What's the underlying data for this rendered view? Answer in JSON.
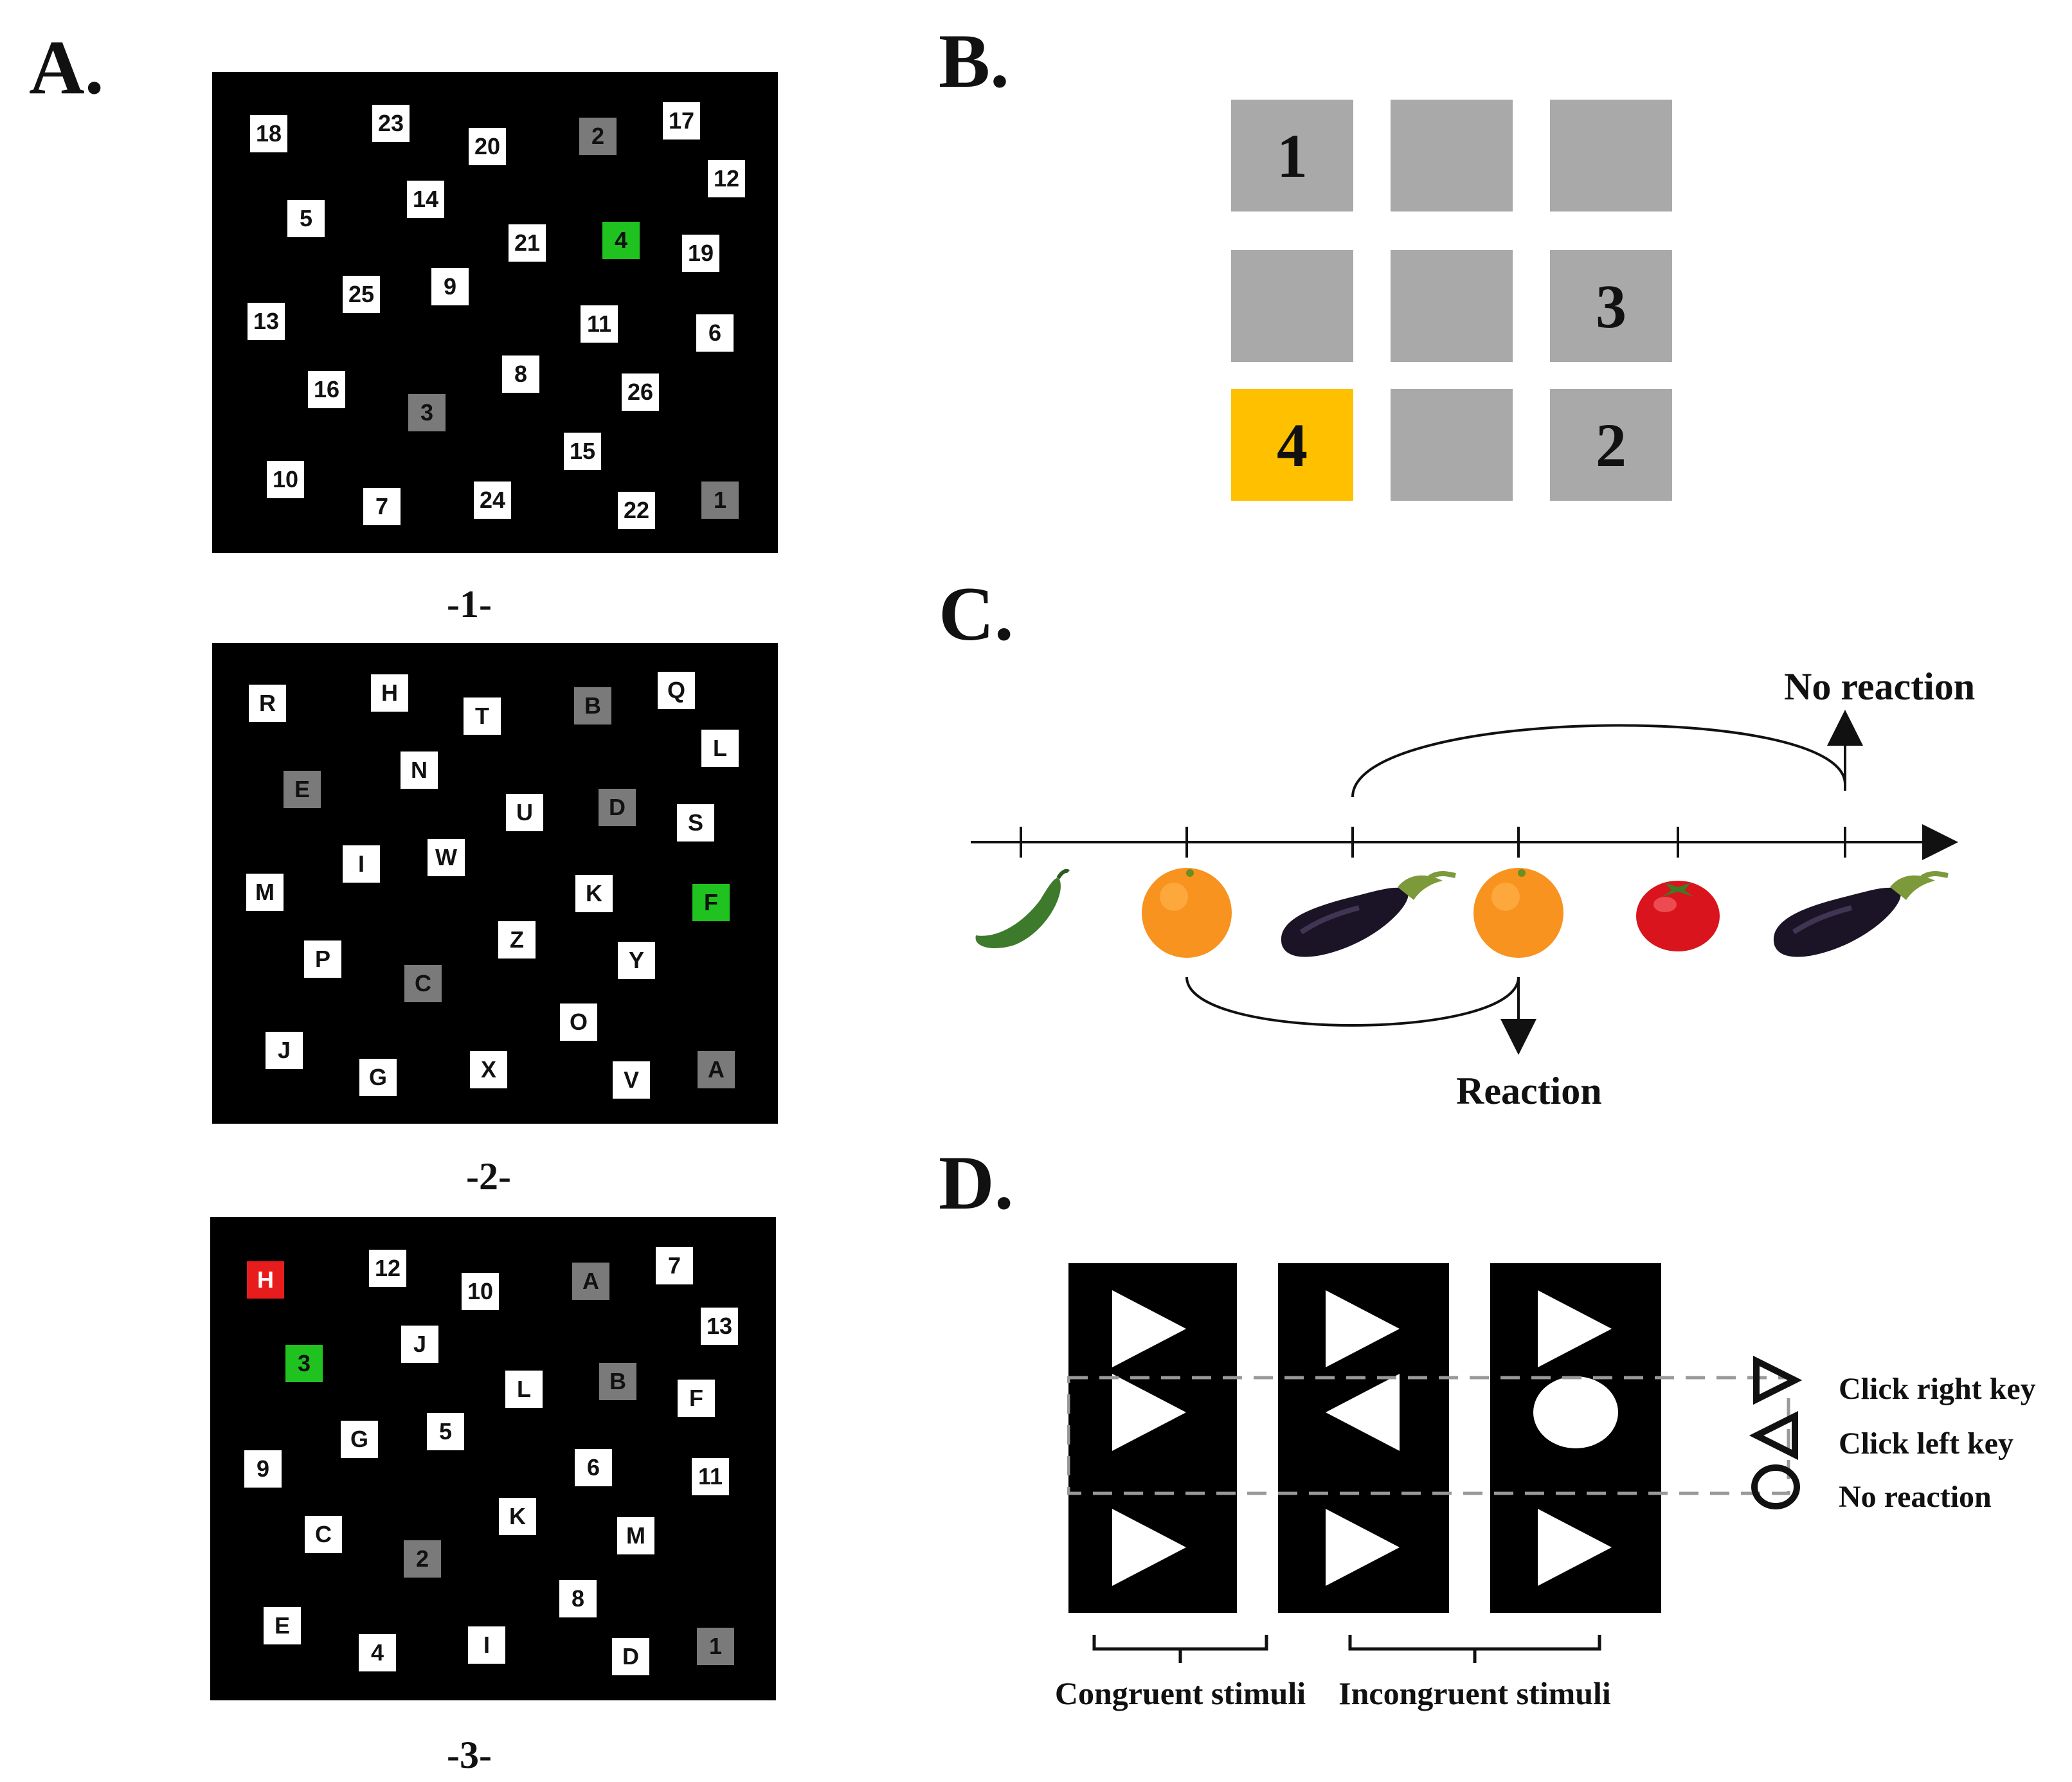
{
  "panel_labels": {
    "a": "A.",
    "b": "B.",
    "c": "C.",
    "d": "D."
  },
  "panel_a": {
    "grids": [
      {
        "caption": "-1-",
        "tiles": [
          {
            "text": "18",
            "style": "white"
          },
          {
            "text": "23",
            "style": "white"
          },
          {
            "text": "20",
            "style": "white"
          },
          {
            "text": "2",
            "style": "gray"
          },
          {
            "text": "17",
            "style": "white"
          },
          {
            "text": "12",
            "style": "white"
          },
          {
            "text": "5",
            "style": "white"
          },
          {
            "text": "14",
            "style": "white"
          },
          {
            "text": "21",
            "style": "white"
          },
          {
            "text": "4",
            "style": "green"
          },
          {
            "text": "19",
            "style": "white"
          },
          {
            "text": "25",
            "style": "white"
          },
          {
            "text": "9",
            "style": "white"
          },
          {
            "text": "13",
            "style": "white"
          },
          {
            "text": "11",
            "style": "white"
          },
          {
            "text": "6",
            "style": "white"
          },
          {
            "text": "8",
            "style": "white"
          },
          {
            "text": "16",
            "style": "white"
          },
          {
            "text": "26",
            "style": "white"
          },
          {
            "text": "3",
            "style": "gray"
          },
          {
            "text": "15",
            "style": "white"
          },
          {
            "text": "10",
            "style": "white"
          },
          {
            "text": "7",
            "style": "white"
          },
          {
            "text": "24",
            "style": "white"
          },
          {
            "text": "22",
            "style": "white"
          },
          {
            "text": "1",
            "style": "gray"
          }
        ]
      },
      {
        "caption": "-2-",
        "tiles": [
          {
            "text": "R",
            "style": "white"
          },
          {
            "text": "H",
            "style": "white"
          },
          {
            "text": "T",
            "style": "white"
          },
          {
            "text": "B",
            "style": "gray"
          },
          {
            "text": "Q",
            "style": "white"
          },
          {
            "text": "L",
            "style": "white"
          },
          {
            "text": "E",
            "style": "gray"
          },
          {
            "text": "N",
            "style": "white"
          },
          {
            "text": "U",
            "style": "white"
          },
          {
            "text": "D",
            "style": "gray"
          },
          {
            "text": "S",
            "style": "white"
          },
          {
            "text": "I",
            "style": "white"
          },
          {
            "text": "W",
            "style": "white"
          },
          {
            "text": "M",
            "style": "white"
          },
          {
            "text": "K",
            "style": "white"
          },
          {
            "text": "F",
            "style": "green"
          },
          {
            "text": "Z",
            "style": "white"
          },
          {
            "text": "P",
            "style": "white"
          },
          {
            "text": "Y",
            "style": "white"
          },
          {
            "text": "C",
            "style": "gray"
          },
          {
            "text": "O",
            "style": "white"
          },
          {
            "text": "J",
            "style": "white"
          },
          {
            "text": "G",
            "style": "white"
          },
          {
            "text": "X",
            "style": "white"
          },
          {
            "text": "V",
            "style": "white"
          },
          {
            "text": "A",
            "style": "gray"
          }
        ]
      },
      {
        "caption": "-3-",
        "tiles": [
          {
            "text": "H",
            "style": "red"
          },
          {
            "text": "12",
            "style": "white"
          },
          {
            "text": "10",
            "style": "white"
          },
          {
            "text": "A",
            "style": "gray"
          },
          {
            "text": "7",
            "style": "white"
          },
          {
            "text": "13",
            "style": "white"
          },
          {
            "text": "3",
            "style": "green"
          },
          {
            "text": "J",
            "style": "white"
          },
          {
            "text": "L",
            "style": "white"
          },
          {
            "text": "B",
            "style": "gray"
          },
          {
            "text": "F",
            "style": "white"
          },
          {
            "text": "G",
            "style": "white"
          },
          {
            "text": "5",
            "style": "white"
          },
          {
            "text": "9",
            "style": "white"
          },
          {
            "text": "6",
            "style": "white"
          },
          {
            "text": "11",
            "style": "white"
          },
          {
            "text": "K",
            "style": "white"
          },
          {
            "text": "C",
            "style": "white"
          },
          {
            "text": "M",
            "style": "white"
          },
          {
            "text": "2",
            "style": "gray"
          },
          {
            "text": "8",
            "style": "white"
          },
          {
            "text": "E",
            "style": "white"
          },
          {
            "text": "4",
            "style": "white"
          },
          {
            "text": "I",
            "style": "white"
          },
          {
            "text": "D",
            "style": "white"
          },
          {
            "text": "1",
            "style": "gray"
          }
        ]
      }
    ]
  },
  "panel_b": {
    "cells": [
      "1",
      "",
      "",
      "",
      "",
      "3",
      "4",
      "",
      "2"
    ],
    "highlight_index": 6,
    "highlight_color": "#ffc000",
    "cell_color": "#a9a9a9"
  },
  "panel_c": {
    "sequence": [
      {
        "item": "green pepper",
        "icon": "pepper-icon"
      },
      {
        "item": "orange",
        "icon": "orange-icon"
      },
      {
        "item": "eggplant",
        "icon": "eggplant-icon"
      },
      {
        "item": "orange",
        "icon": "orange-icon"
      },
      {
        "item": "tomato",
        "icon": "tomato-icon"
      },
      {
        "item": "eggplant",
        "icon": "eggplant-icon"
      }
    ],
    "no_reaction_label": "No reaction",
    "reaction_label": "Reaction"
  },
  "panel_d": {
    "stimuli": [
      {
        "top": "right-triangle",
        "middle": "right-triangle",
        "bottom": "right-triangle"
      },
      {
        "top": "right-triangle",
        "middle": "left-triangle",
        "bottom": "right-triangle"
      },
      {
        "top": "right-triangle",
        "middle": "circle",
        "bottom": "right-triangle"
      }
    ],
    "legend": [
      {
        "icon": "right-triangle-icon",
        "text": "Click right key"
      },
      {
        "icon": "left-triangle-icon",
        "text": "Click left key"
      },
      {
        "icon": "circle-icon",
        "text": "No reaction"
      }
    ],
    "congruent_label": "Congruent stimuli",
    "incongruent_label": "Incongruent stimuli"
  }
}
